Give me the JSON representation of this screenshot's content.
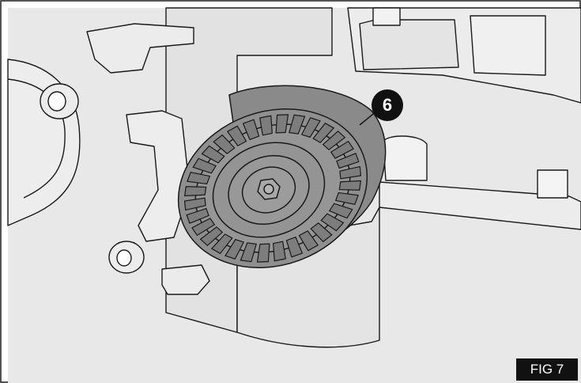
{
  "diagram": {
    "callout_number": "6",
    "figure_label": "FIG 7"
  },
  "colors": {
    "background": "#ffffff",
    "casting": "#e6e6e6",
    "pulley": "#8a8a8a",
    "outline": "#1a1a1a",
    "label_bg": "#111111"
  },
  "icons": [
    "pulley",
    "bolt-head"
  ]
}
